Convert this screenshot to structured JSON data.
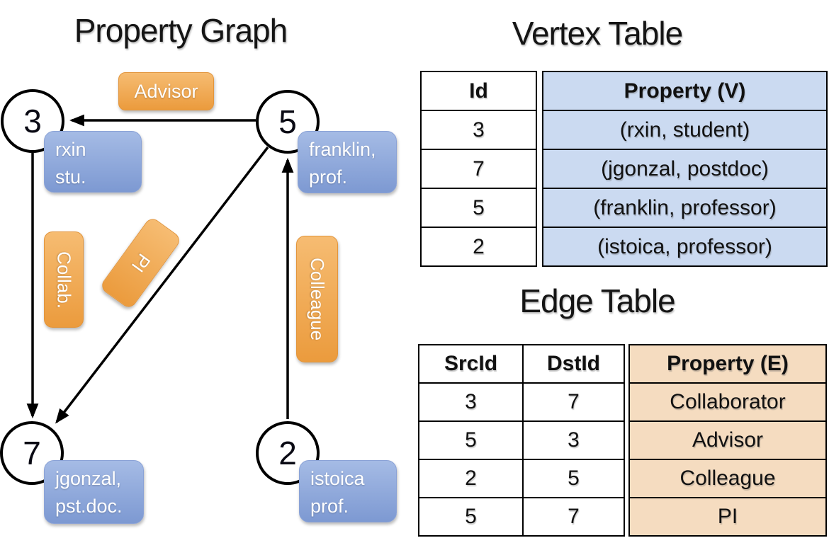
{
  "graph": {
    "title": "Property Graph",
    "nodes": [
      {
        "id": "3",
        "line1": "rxin",
        "line2": "stu."
      },
      {
        "id": "5",
        "line1": "franklin,",
        "line2": "prof."
      },
      {
        "id": "7",
        "line1": "jgonzal,",
        "line2": "pst.doc."
      },
      {
        "id": "2",
        "line1": "istoica",
        "line2": "prof."
      }
    ],
    "edge_labels": {
      "advisor": "Advisor",
      "collab": "Collab.",
      "pi": "PI",
      "colleague": "Colleague"
    }
  },
  "vertex_table": {
    "title": "Vertex Table",
    "columns": {
      "id": "Id",
      "property": "Property (V)"
    },
    "rows": [
      {
        "id": "3",
        "property": "(rxin, student)"
      },
      {
        "id": "7",
        "property": "(jgonzal, postdoc)"
      },
      {
        "id": "5",
        "property": "(franklin, professor)"
      },
      {
        "id": "2",
        "property": "(istoica, professor)"
      }
    ]
  },
  "edge_table": {
    "title": "Edge Table",
    "columns": {
      "src": "SrcId",
      "dst": "DstId",
      "property": "Property (E)"
    },
    "rows": [
      {
        "src": "3",
        "dst": "7",
        "property": "Collaborator"
      },
      {
        "src": "5",
        "dst": "3",
        "property": "Advisor"
      },
      {
        "src": "2",
        "dst": "5",
        "property": "Colleague"
      },
      {
        "src": "5",
        "dst": "7",
        "property": "PI"
      }
    ]
  },
  "colors": {
    "edge_label_orange": "#ED9D40",
    "vertex_label_blue": "#84A0D6",
    "vertex_table_fill": "#CBDAF1",
    "edge_table_fill": "#F5DCC0",
    "line_black": "#000000"
  }
}
